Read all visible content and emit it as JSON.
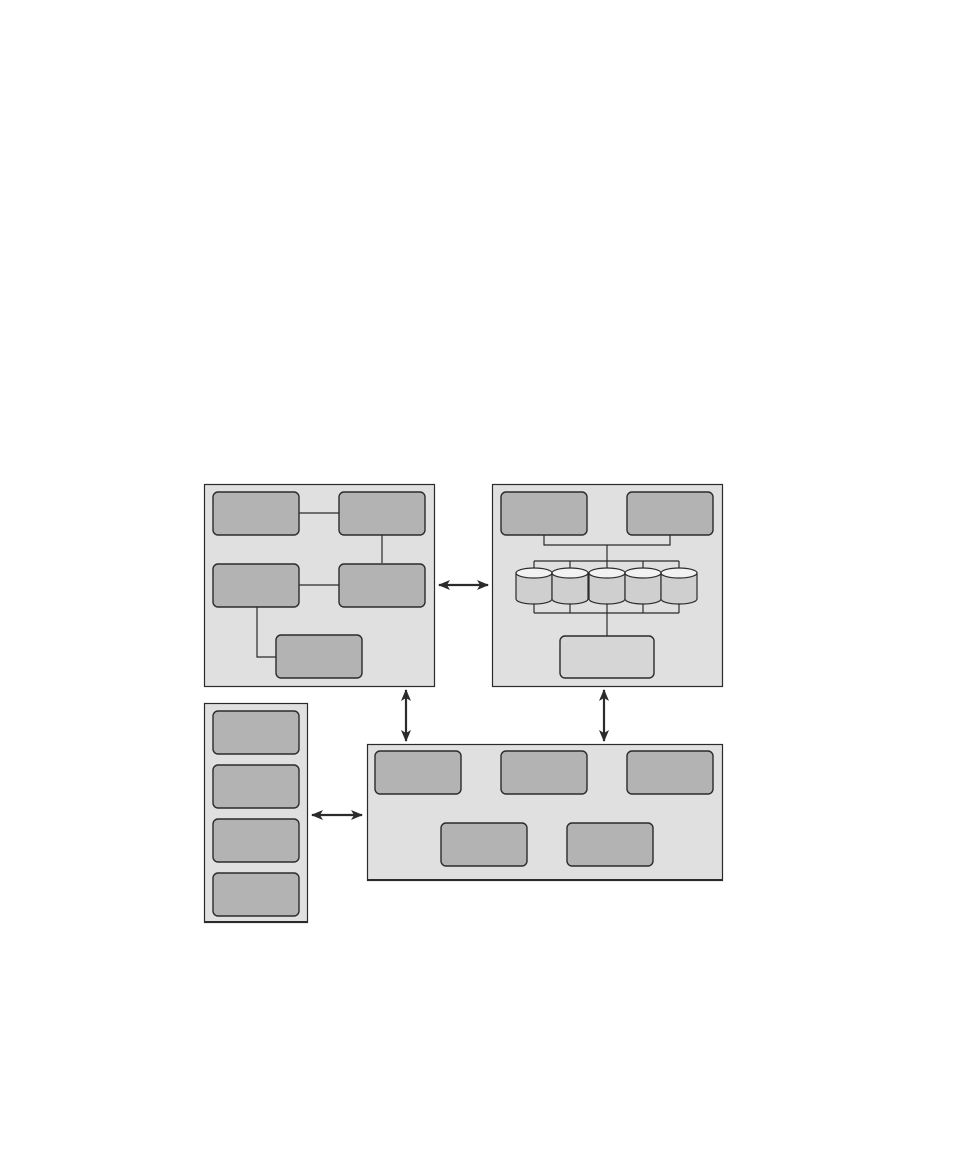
{
  "diagram": {
    "colors": {
      "panel_fill": "#e0e0e0",
      "box_fill": "#b3b3b3",
      "light_box_fill": "#d6d6d6",
      "disk_fill": "#cfcfcf",
      "stroke": "#2b2b2b",
      "background": "#ffffff"
    },
    "panels": [
      {
        "name": "top-left-panel",
        "boxes": 5,
        "labels": []
      },
      {
        "name": "top-right-panel",
        "boxes": 3,
        "disks": 5,
        "labels": []
      },
      {
        "name": "left-stack-panel",
        "boxes": 4,
        "labels": []
      },
      {
        "name": "bottom-panel",
        "boxes": 5,
        "labels": []
      }
    ],
    "arrows": [
      {
        "name": "top-panels-arrow",
        "direction": "horizontal",
        "bidirectional": true
      },
      {
        "name": "left-to-bottom-arrow",
        "direction": "vertical",
        "bidirectional": true
      },
      {
        "name": "right-to-bottom-arrow",
        "direction": "vertical",
        "bidirectional": true
      },
      {
        "name": "stack-to-bottom-arrow",
        "direction": "horizontal",
        "bidirectional": true
      }
    ]
  }
}
